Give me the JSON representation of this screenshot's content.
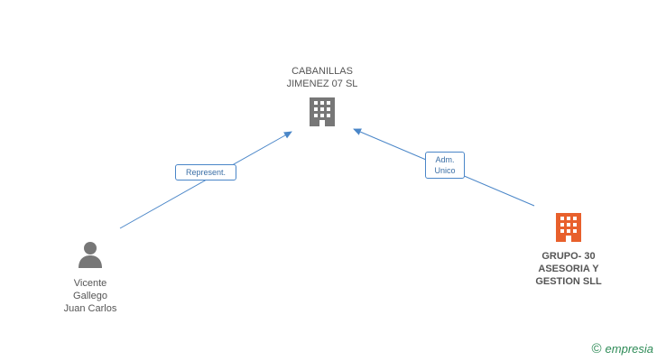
{
  "nodes": {
    "center_company": {
      "label": "CABANILLAS\nJIMENEZ 07 SL",
      "icon": "building-icon",
      "color": "#777777"
    },
    "person": {
      "label": "Vicente\nGallego\nJuan Carlos",
      "icon": "person-icon",
      "color": "#777777"
    },
    "right_company": {
      "label": "GRUPO- 30\nASESORIA Y\nGESTION SLL",
      "icon": "building-icon",
      "color": "#e8602c"
    }
  },
  "edges": {
    "left": {
      "label": "Represent."
    },
    "right": {
      "label": "Adm.\nUnico"
    }
  },
  "colors": {
    "edge": "#4a86c8",
    "text": "#555555"
  },
  "footer": {
    "copyright": "©",
    "brand": "empresia"
  }
}
